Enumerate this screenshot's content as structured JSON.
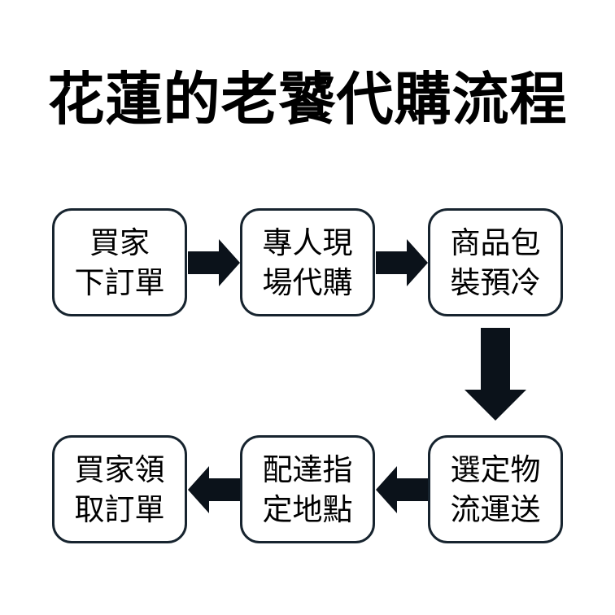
{
  "title": "花蓮的老饕代購流程",
  "flow": {
    "row1": [
      {
        "line1": "買家",
        "line2": "下訂單"
      },
      {
        "line1": "專人現",
        "line2": "場代購"
      },
      {
        "line1": "商品包",
        "line2": "裝預冷"
      }
    ],
    "row2": [
      {
        "line1": "買家領",
        "line2": "取訂單"
      },
      {
        "line1": "配達指",
        "line2": "定地點"
      },
      {
        "line1": "選定物",
        "line2": "流運送"
      }
    ]
  },
  "colors": {
    "background": "#ffffff",
    "border": "#17242f",
    "arrow": "#0b121a",
    "text": "#000000"
  }
}
